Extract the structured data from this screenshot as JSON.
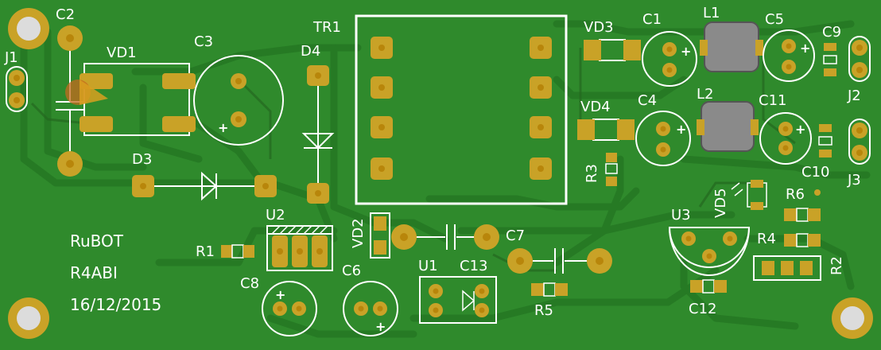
{
  "board": {
    "colors": {
      "substrate": "#2f8a2c",
      "copper": "#2a7a28",
      "trace": "#256f24",
      "silkscreen": "#ffffff",
      "pad": "#c9a227",
      "drill": "#b8860b",
      "mount_hole": "#dcdcdc",
      "inductor_body": "#8a8a8a"
    },
    "designators": {
      "J1": "J1",
      "C2": "C2",
      "VD1": "VD1",
      "C3": "C3",
      "D4": "D4",
      "TR1": "TR1",
      "VD3": "VD3",
      "C1": "C1",
      "L1": "L1",
      "C5": "C5",
      "C9": "C9",
      "J2": "J2",
      "VD4": "VD4",
      "C4": "C4",
      "L2": "L2",
      "C11": "C11",
      "C10": "C10",
      "J3": "J3",
      "D3": "D3",
      "R3": "R3",
      "VD5": "VD5",
      "R6": "R6",
      "U2": "U2",
      "VD2": "VD2",
      "C7": "C7",
      "U3": "U3",
      "R4": "R4",
      "R2": "R2",
      "R1": "R1",
      "U1": "U1",
      "C13": "C13",
      "C8": "C8",
      "C6": "C6",
      "R5": "R5",
      "C12": "C12"
    },
    "polarity_mark": "+",
    "info": {
      "line1": "RuBOT",
      "line2": "R4ABI",
      "line3": "16/12/2015"
    }
  }
}
